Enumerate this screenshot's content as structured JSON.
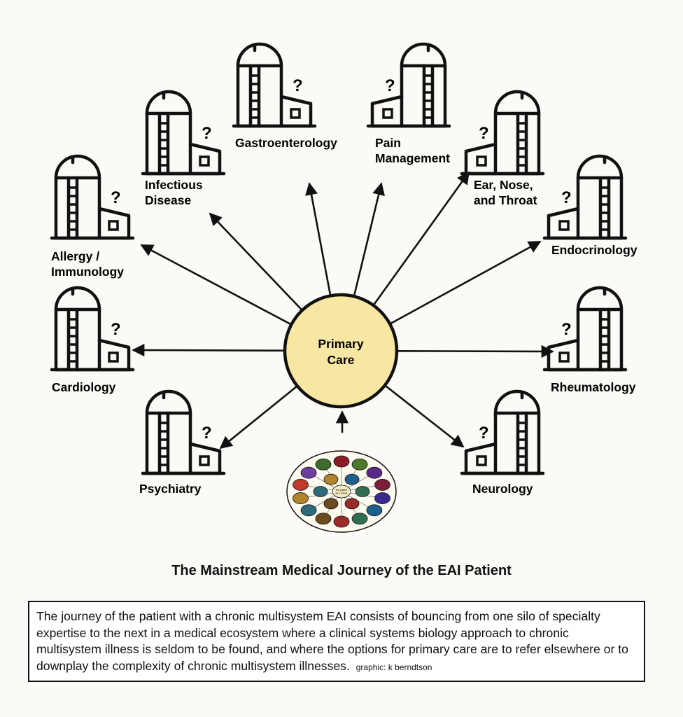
{
  "center": {
    "label_lines": [
      "Primary",
      "Care"
    ]
  },
  "specialties": [
    {
      "id": "allergy-immunology",
      "label_lines": [
        "Allergy /",
        "Immunology"
      ],
      "mark": "?"
    },
    {
      "id": "infectious-disease",
      "label_lines": [
        "Infectious",
        "Disease"
      ],
      "mark": "?"
    },
    {
      "id": "gastroenterology",
      "label_lines": [
        "Gastroenterology"
      ],
      "mark": "?"
    },
    {
      "id": "pain-management",
      "label_lines": [
        "Pain",
        "Management"
      ],
      "mark": "?"
    },
    {
      "id": "ear-nose-throat",
      "label_lines": [
        "Ear, Nose,",
        "and Throat"
      ],
      "mark": "?"
    },
    {
      "id": "endocrinology",
      "label_lines": [
        "Endocrinology"
      ],
      "mark": "?"
    },
    {
      "id": "cardiology",
      "label_lines": [
        "Cardiology"
      ],
      "mark": "?"
    },
    {
      "id": "rheumatology",
      "label_lines": [
        "Rheumatology"
      ],
      "mark": "?"
    },
    {
      "id": "psychiatry",
      "label_lines": [
        "Psychiatry"
      ],
      "mark": "?"
    },
    {
      "id": "neurology",
      "label_lines": [
        "Neurology"
      ],
      "mark": "?"
    }
  ],
  "patient_map": {
    "center_label": "the patient as a whole"
  },
  "title": "The Mainstream Medical Journey of the EAI Patient",
  "description": "The journey of the patient with a chronic multisystem EAI consists of bouncing from one silo of specialty expertise to the next in a medical ecosystem where a clinical systems biology approach to chronic multisystem illness is seldom to be found, and where the options for primary care are to refer elsewhere or to downplay the complexity of chronic multisystem illnesses.",
  "credit": "graphic: k berndtson",
  "colors": {
    "center_fill": "#f7e7a3",
    "line": "#111111"
  }
}
